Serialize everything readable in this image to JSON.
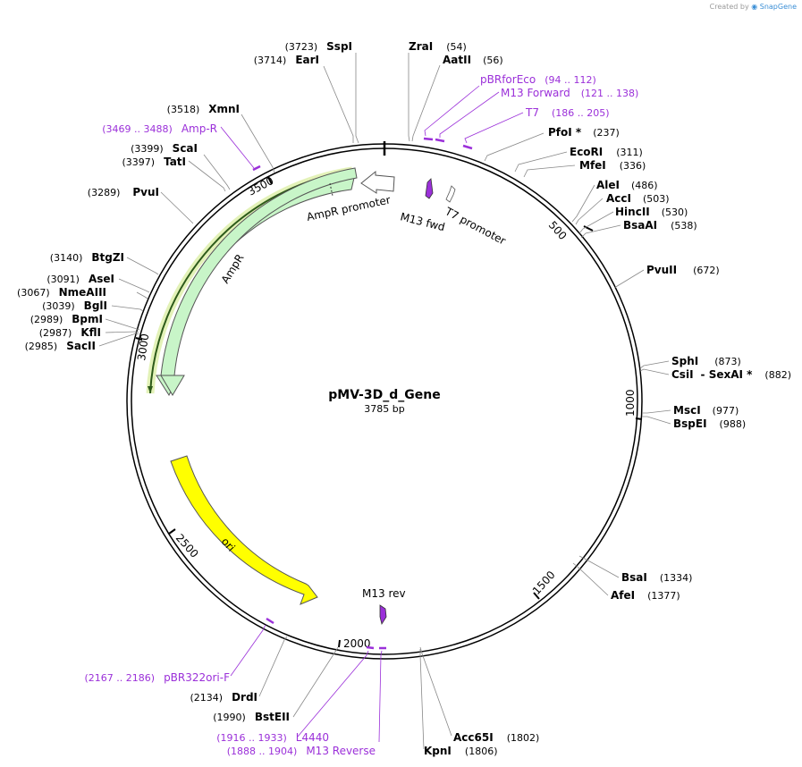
{
  "credit": {
    "prefix": "Created by",
    "brand": "SnapGene"
  },
  "plasmid": {
    "name": "pMV-3D_d_Gene",
    "length_label": "3785 bp",
    "length": 3785
  },
  "colors": {
    "primer": "#9b30d9",
    "ampr_fill": "#c8f5c8",
    "ori_fill": "#ffff00",
    "highlight": "#e3f2b8"
  },
  "ticks": [
    "500",
    "1000",
    "1500",
    "2000",
    "2500",
    "3000",
    "3500"
  ],
  "features": {
    "ampr": {
      "label": "AmpR",
      "start": 2938,
      "end": 3598
    },
    "ampr_promoter": {
      "label": "AmpR promoter",
      "start": 3598,
      "end": 3700
    },
    "ori": {
      "label": "ori",
      "start": 2253,
      "end": 2842
    },
    "m13_fwd": {
      "label": "M13 fwd",
      "pos": 140
    },
    "t7_promoter": {
      "label": "T7 promoter",
      "pos": 195
    },
    "m13_rev": {
      "label": "M13 rev",
      "pos": 1900
    }
  },
  "enzymes_right": [
    {
      "name": "ZraI",
      "pos": "(54)"
    },
    {
      "name": "AatII",
      "pos": "(56)"
    },
    {
      "name": "PfoI *",
      "pos": "(237)"
    },
    {
      "name": "EcoRI",
      "pos": "(311)"
    },
    {
      "name": "MfeI",
      "pos": "(336)"
    },
    {
      "name": "AleI",
      "pos": "(486)"
    },
    {
      "name": "AccI",
      "pos": "(503)"
    },
    {
      "name": "HincII",
      "pos": "(530)"
    },
    {
      "name": "BsaAI",
      "pos": "(538)"
    },
    {
      "name": "PvuII",
      "pos": "(672)"
    },
    {
      "name": "SphI",
      "pos": "(873)"
    },
    {
      "name": "CsiI",
      "pos": "- SexAI *",
      "pos2": "(882)"
    },
    {
      "name": "MscI",
      "pos": "(977)"
    },
    {
      "name": "BspEI",
      "pos": "(988)"
    },
    {
      "name": "BsaI",
      "pos": "(1334)"
    },
    {
      "name": "AfeI",
      "pos": "(1377)"
    },
    {
      "name": "Acc65I",
      "pos": "(1802)"
    },
    {
      "name": "KpnI",
      "pos": "(1806)"
    }
  ],
  "enzymes_left": [
    {
      "name": "SspI",
      "pos": "(3723)"
    },
    {
      "name": "EarI",
      "pos": "(3714)"
    },
    {
      "name": "XmnI",
      "pos": "(3518)"
    },
    {
      "name": "ScaI",
      "pos": "(3399)"
    },
    {
      "name": "TatI",
      "pos": "(3397)"
    },
    {
      "name": "PvuI",
      "pos": "(3289)"
    },
    {
      "name": "BtgZI",
      "pos": "(3140)"
    },
    {
      "name": "AseI",
      "pos": "(3091)"
    },
    {
      "name": "NmeAIII",
      "pos": "(3067)"
    },
    {
      "name": "BglI",
      "pos": "(3039)"
    },
    {
      "name": "BpmI",
      "pos": "(2989)"
    },
    {
      "name": "KflI",
      "pos": "(2987)"
    },
    {
      "name": "SacII",
      "pos": "(2985)"
    },
    {
      "name": "DrdI",
      "pos": "(2134)"
    },
    {
      "name": "BstEII",
      "pos": "(1990)"
    }
  ],
  "primers": [
    {
      "name": "pBRforEco",
      "pos": "(94 .. 112)"
    },
    {
      "name": "M13 Forward",
      "pos": "(121 .. 138)"
    },
    {
      "name": "T7",
      "pos": "(186 .. 205)"
    },
    {
      "name": "Amp-R",
      "pos": "(3469 .. 3488)"
    },
    {
      "name": "pBR322ori-F",
      "pos": "(2167 .. 2186)"
    },
    {
      "name": "L4440",
      "pos": "(1916 .. 1933)"
    },
    {
      "name": "M13 Reverse",
      "pos": "(1888 .. 1904)"
    }
  ]
}
